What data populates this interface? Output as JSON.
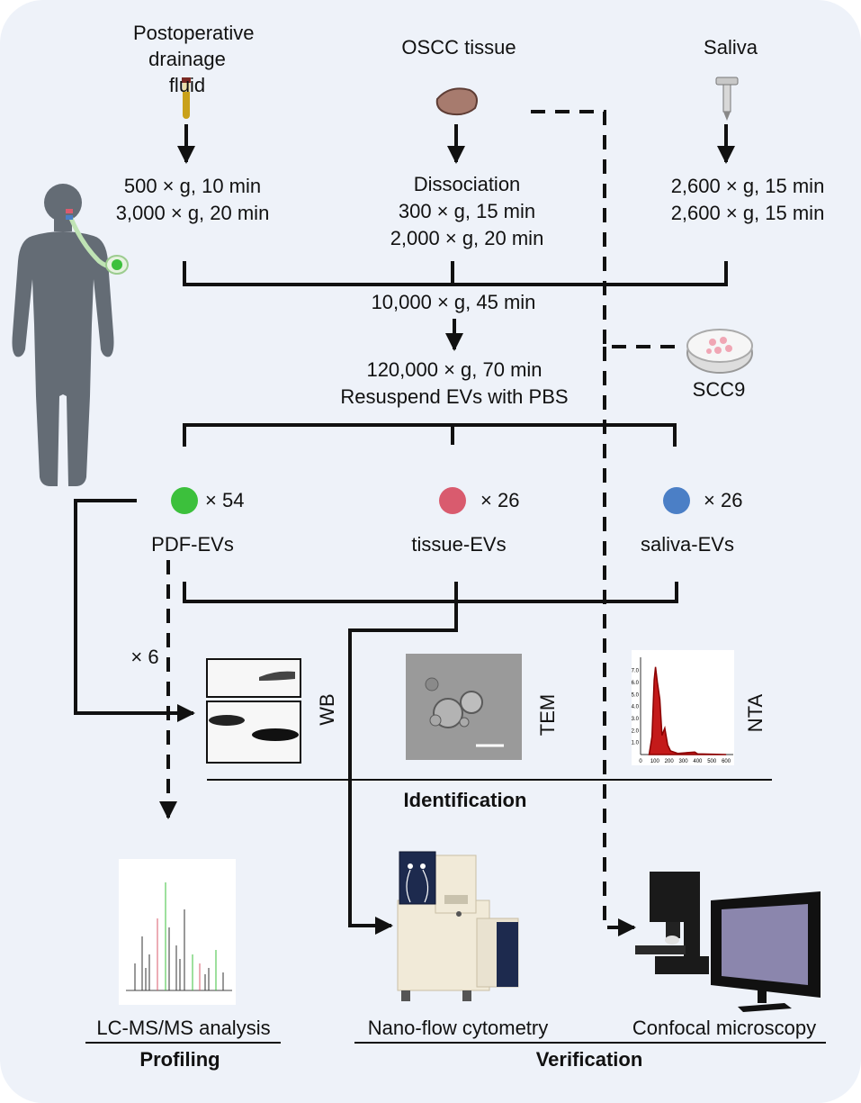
{
  "sources": {
    "pdf": "Postoperative\ndrainage fluid",
    "tissue": "OSCC tissue",
    "saliva": "Saliva"
  },
  "protocols": {
    "pdf": "500 × g, 10 min\n3,000 × g, 20 min",
    "tissue": "Dissociation\n300 × g, 15 min\n2,000 × g, 20 min",
    "saliva": "2,600 × g, 15 min\n2,600 × g, 15 min"
  },
  "merge_step": "10,000 × g, 45 min",
  "final_step": "120,000 × g, 70 min\nResuspend EVs with PBS",
  "cell_line": "SCC9",
  "ev_groups": [
    {
      "label": "PDF-EVs",
      "count": "× 54",
      "color": "#3cc03c"
    },
    {
      "label": "tissue-EVs",
      "count": "× 26",
      "color": "#d95b6e"
    },
    {
      "label": "saliva-EVs",
      "count": "× 26",
      "color": "#4b7fc6"
    }
  ],
  "pdf_subset": "× 6",
  "identification": {
    "wb": "WB",
    "tem": "TEM",
    "nta": "NTA",
    "section": "Identification",
    "nta_axis_x": [
      "0",
      "100",
      "200",
      "300",
      "400",
      "500",
      "600"
    ],
    "nta_axis_y": [
      "1.0",
      "2.0",
      "3.0",
      "4.0",
      "5.0",
      "6.0",
      "7.0"
    ]
  },
  "profiling": {
    "method": "LC-MS/MS analysis",
    "section": "Profiling"
  },
  "verification": {
    "method1": "Nano-flow cytometry",
    "method2": "Confocal microscopy",
    "section": "Verification"
  }
}
